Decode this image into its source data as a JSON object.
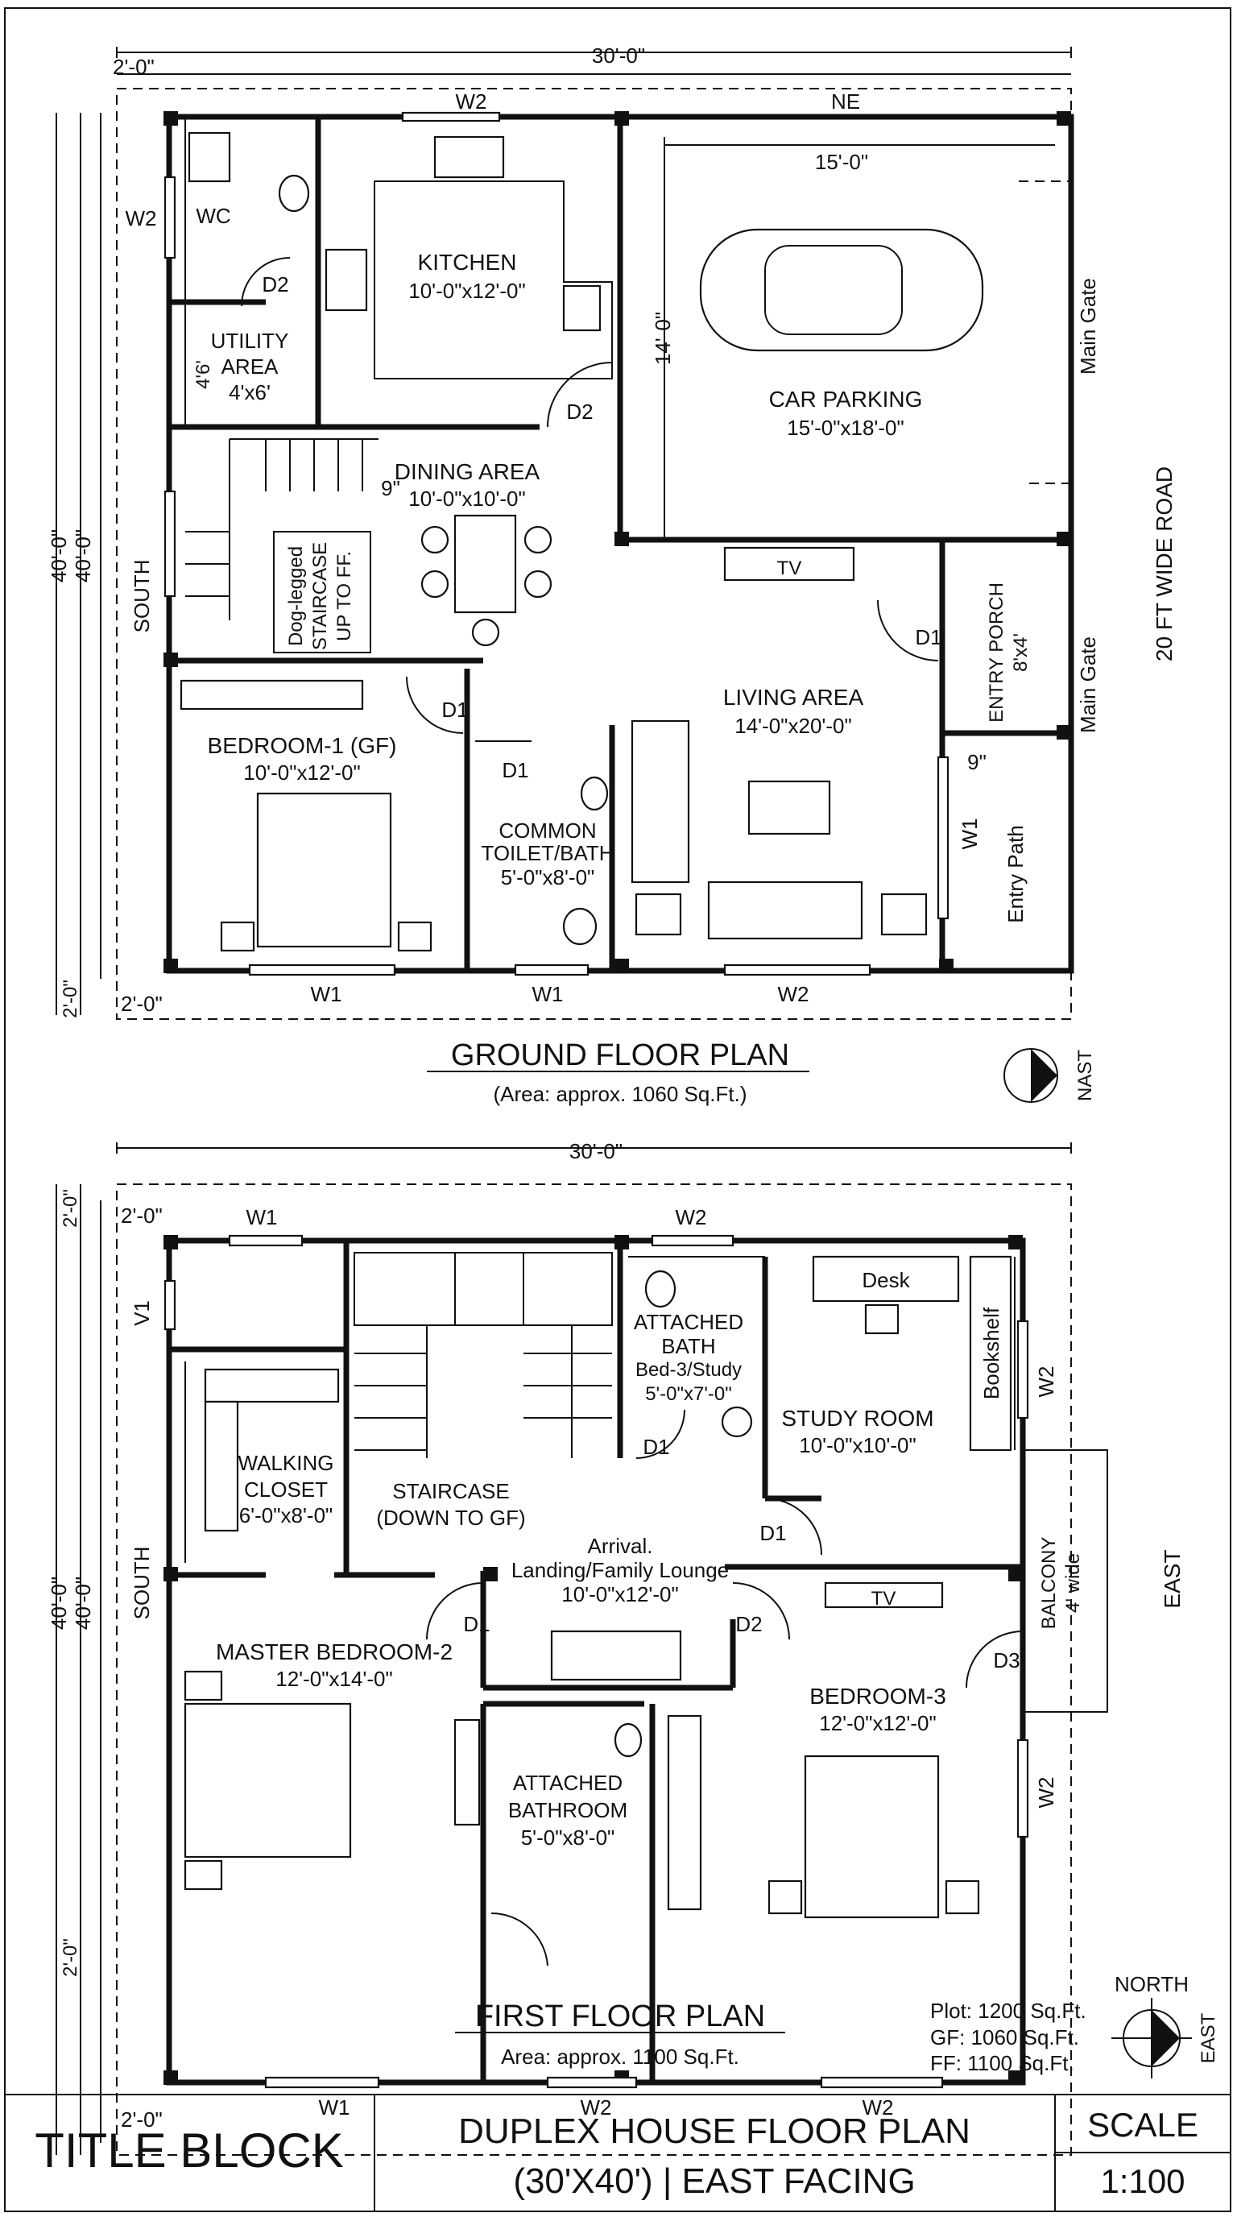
{
  "frame": {
    "corner_glyph": "–"
  },
  "ground": {
    "overall_width": "30'-0\"",
    "setback": "2'-0\"",
    "overall_depth": "40'-0\"",
    "orientation_left": "SOUTH",
    "top_labels": [
      "W2",
      "NE"
    ],
    "parking_width": "15'-0\"",
    "parking_depth": "14'-0\"",
    "window_w2": "W2",
    "window_w1": "W1",
    "door_d1": "D1",
    "door_d2": "D2",
    "rooms": {
      "wc": "WC",
      "utility": [
        "UTILITY",
        "AREA",
        "4'x6'"
      ],
      "utility_dim": "4'6'",
      "kitchen": [
        "KITCHEN",
        "10'-0\"x12'-0\""
      ],
      "parking": [
        "CAR PARKING",
        "15'-0\"x18'-0\""
      ],
      "dining": [
        "DINING AREA",
        "10'-0\"x10'-0\""
      ],
      "stair_note": "9\"",
      "staircase": [
        "Dog-legged",
        "STAIRCASE",
        "UP TO FF."
      ],
      "tv": "TV",
      "porch": [
        "ENTRY PORCH",
        "8'x4'"
      ],
      "living": [
        "LIVING AREA",
        "14'-0\"x20'-0\""
      ],
      "bedroom1": [
        "BEDROOM-1 (GF)",
        "10'-0\"x12'-0\""
      ],
      "toilet": [
        "COMMON",
        "TOILET/BATH",
        "5'-0\"x8'-0\""
      ],
      "entry_path": "Entry Path",
      "path_note": "9\""
    },
    "gate": "Main Gate",
    "road": "20 FT WIDE ROAD",
    "bottom_windows": [
      "W1",
      "W1",
      "W2"
    ],
    "title": "GROUND FLOOR PLAN",
    "area": "(Area: approx. 1060 Sq.Ft.)",
    "north_label": "NAST"
  },
  "first": {
    "overall_width": "30'-0\"",
    "setback": "2'-0\"",
    "overall_depth": "40'-0\"",
    "orientation_left": "SOUTH",
    "orientation_right": "EAST",
    "rooms": {
      "vent": "V1",
      "closet": [
        "WALKING",
        "CLOSET",
        "6'-0\"x8'-0\""
      ],
      "staircase": [
        "STAIRCASE",
        "(DOWN TO GF)"
      ],
      "bath_top": [
        "ATTACHED",
        "BATH",
        "Bed-3/Study",
        "5'-0\"x7'-0\""
      ],
      "desk": "Desk",
      "bookshelf": "Bookshelf",
      "study": [
        "STUDY ROOM",
        "10'-0\"x10'-0\""
      ],
      "lounge": [
        "Arrival.",
        "Landing/Family Lounge",
        "10'-0\"x12'-0\""
      ],
      "tv": "TV",
      "balcony": [
        "BALCONY",
        "4' wide"
      ],
      "master": [
        "MASTER BEDROOM-2",
        "12'-0\"x14'-0\""
      ],
      "bath_master": [
        "ATTACHED",
        "BATHROOM",
        "5'-0\"x8'-0\""
      ],
      "bedroom3": [
        "BEDROOM-3",
        "12'-0\"x12'-0\""
      ]
    },
    "doors": {
      "d1": "D1",
      "d2": "D2",
      "d3": "D3"
    },
    "top_windows": [
      "W1",
      "W2"
    ],
    "side_windows": [
      "W2",
      "W2"
    ],
    "bottom_windows": [
      "W1",
      "W2",
      "W2"
    ],
    "title": "FIRST FLOOR PLAN",
    "area": "Area: approx. 1100 Sq.Ft.",
    "areas_table": [
      "Plot: 1200 Sq.Ft.",
      "GF: 1060 Sq.Ft.",
      "FF: 1100 Sq.Ft."
    ],
    "north": "NORTH",
    "north_side": "EAST"
  },
  "title_block": {
    "label": "TITLE BLOCK",
    "project": [
      "DUPLEX HOUSE FLOOR PLAN",
      "(30'X40') | EAST FACING"
    ],
    "scale_label": "SCALE",
    "scale_value": "1:100"
  }
}
